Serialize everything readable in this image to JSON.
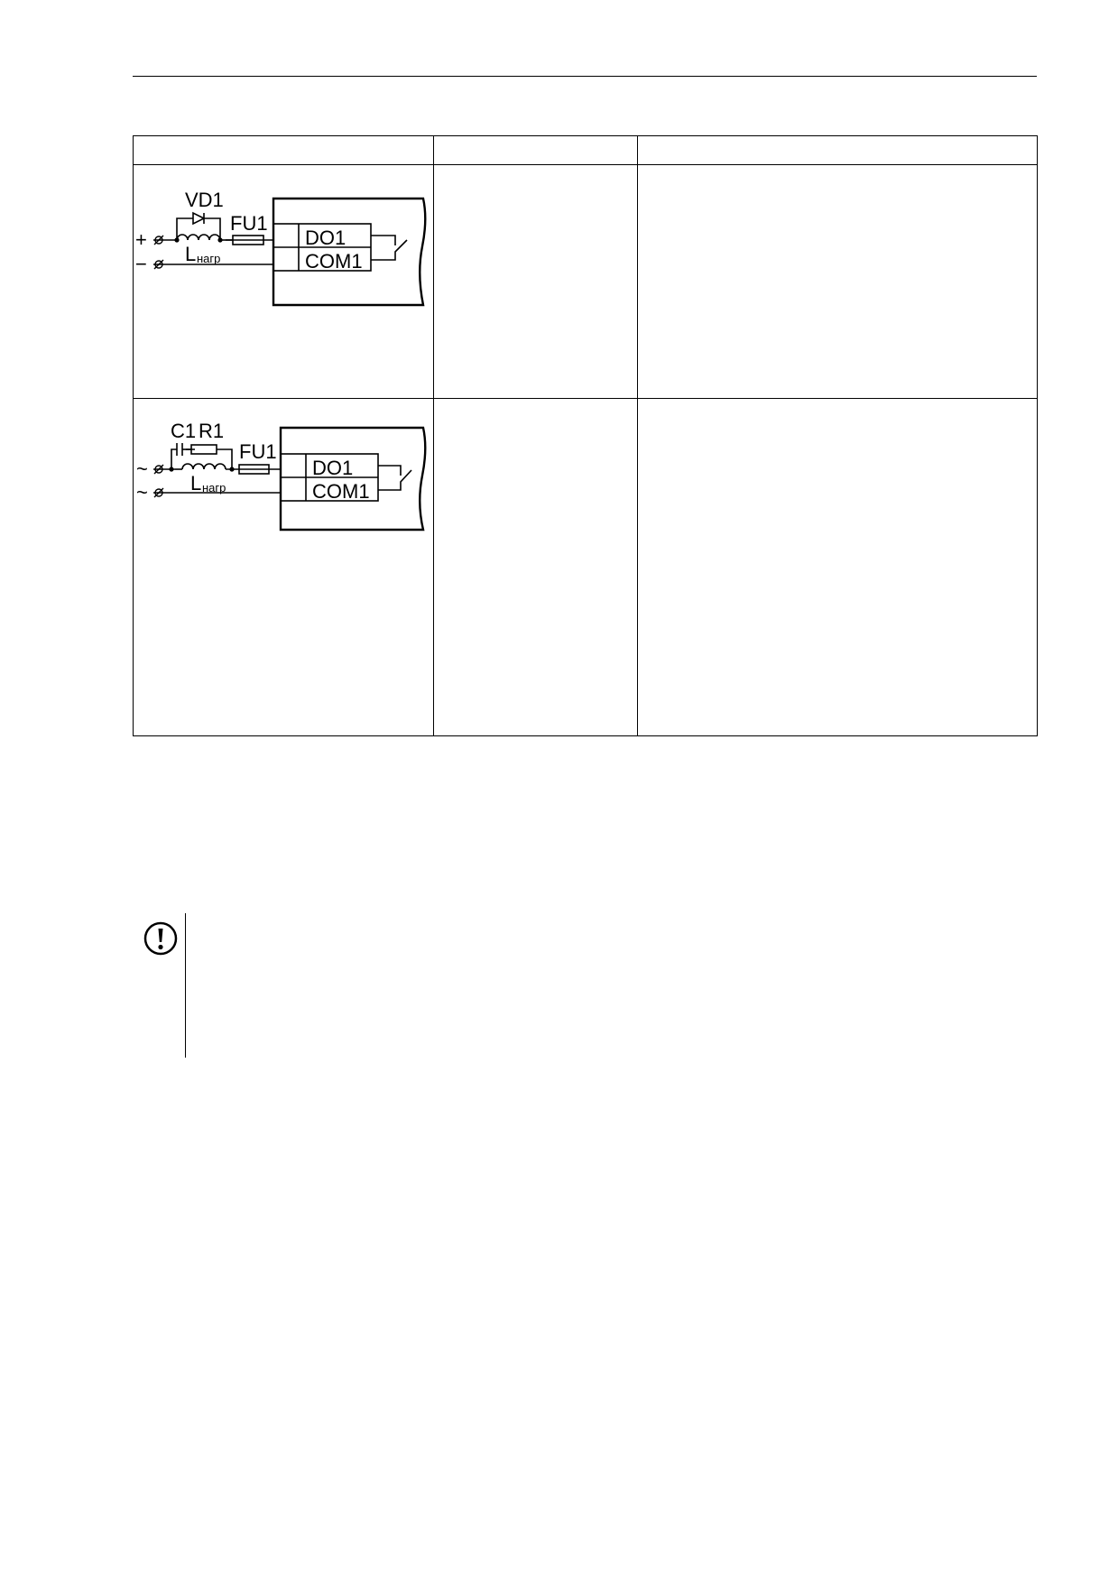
{
  "table": {
    "headers": [
      "",
      "",
      ""
    ],
    "rows": [
      {
        "diagram": {
          "components": [
            "VD1",
            "FU1",
            "DO1",
            "COM1"
          ],
          "load_label": "L",
          "load_subscript": "нагр",
          "plus_terminal": "+",
          "minus_terminal": "−"
        },
        "col2": "",
        "col3": ""
      },
      {
        "diagram": {
          "components": [
            "C1",
            "R1",
            "FU1",
            "DO1",
            "COM1"
          ],
          "load_label": "L",
          "load_subscript": "нагр",
          "ac_terminal_1": "~",
          "ac_terminal_2": "~"
        },
        "col2": "",
        "col3": ""
      }
    ]
  },
  "note": {
    "icon": "exclamation-circle-icon",
    "text": ""
  }
}
